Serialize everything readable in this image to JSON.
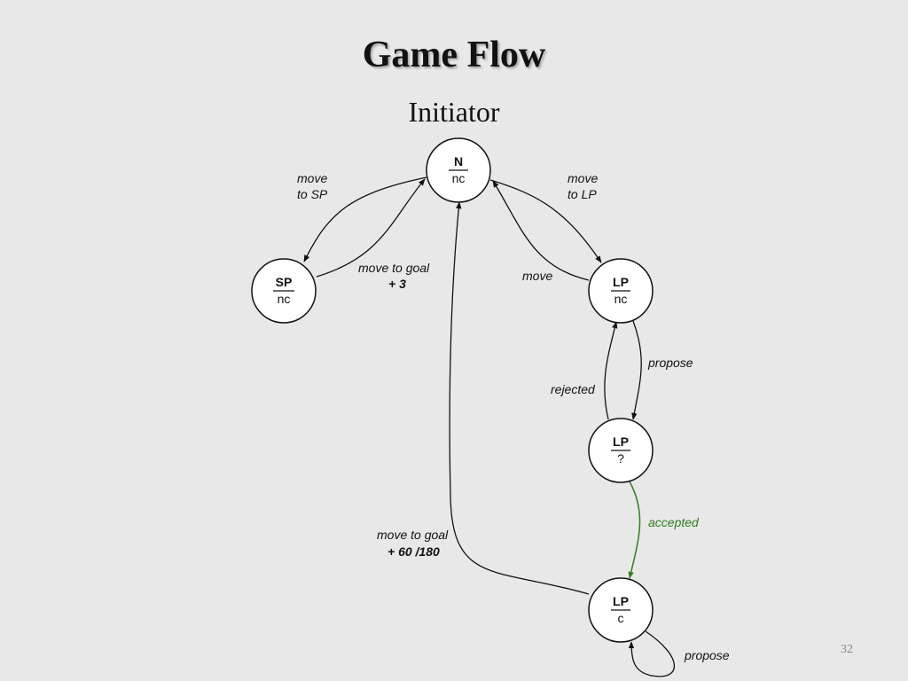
{
  "slide": {
    "title": "Game Flow",
    "subtitle": "Initiator",
    "page_number": "32"
  },
  "colors": {
    "background": "#e9e8e9",
    "edge": "#111111",
    "accepted_edge": "#2e7d1e"
  },
  "nodes": {
    "n_nc": {
      "top": "N",
      "bottom": "nc"
    },
    "sp_nc": {
      "top": "SP",
      "bottom": "nc"
    },
    "lp_nc": {
      "top": "LP",
      "bottom": "nc"
    },
    "lp_q": {
      "top": "LP",
      "bottom": "?"
    },
    "lp_c": {
      "top": "LP",
      "bottom": "c"
    }
  },
  "edges": {
    "move_to_sp": {
      "line1": "move",
      "line2": "to SP"
    },
    "move_to_lp": {
      "line1": "move",
      "line2": "to LP"
    },
    "sp_to_n": {
      "line1": "move to goal",
      "line2": "+ 3"
    },
    "lp_to_n": {
      "line1": "move"
    },
    "propose": {
      "line1": "propose"
    },
    "rejected": {
      "line1": "rejected"
    },
    "accepted": {
      "line1": "accepted"
    },
    "lpc_to_n": {
      "line1": "move to goal",
      "line2": "+ 60 /180"
    },
    "self_propose": {
      "line1": "propose"
    }
  }
}
